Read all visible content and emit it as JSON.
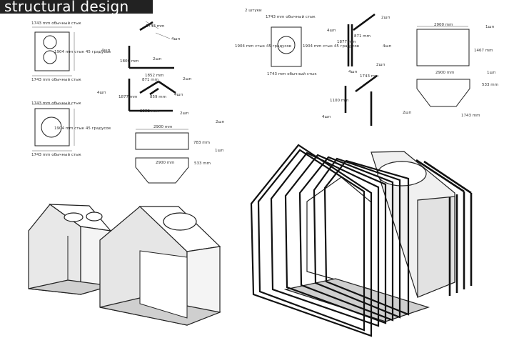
{
  "header": {
    "title": "structural design"
  },
  "drawing_a": {
    "top_dim": "1743 mm обычный стык",
    "side_dim": "1904 mm стык 45 градусов",
    "bottom_dim": "1743 mm обычный стык"
  },
  "drawing_b": {
    "top_dim": "1743 mm обычный стык",
    "side_dim": "1904 mm стык 45 градусов",
    "bottom_dim": "1743 mm обычный стык"
  },
  "section_left": {
    "d1": "1743 mm",
    "n1": "4шп",
    "n2": "4шп",
    "d2": "1800 mm",
    "d3": "1852 mm",
    "n3": "2шп",
    "d4": "871 mm",
    "n4": "2шп",
    "d5": "1877 mm",
    "n5": "4шп",
    "d6": "859 mm",
    "n6": "4шп",
    "d7": "2352 mm",
    "n7": "2шп"
  },
  "panel_left": {
    "w1": "2900 mm",
    "n1": "2шп",
    "h1": "783 mm",
    "n2": "1шп",
    "w2": "2900 mm",
    "h2": "533 mm"
  },
  "drawing_c": {
    "count": "2 штуки",
    "top_dim": "1743 mm обычный стык",
    "side_left": "1904 mm стык 45 градусов",
    "side_right": "1904 mm стык 45 градусов",
    "bottom_dim": "1743 mm обычный стык"
  },
  "section_right": {
    "n1": "2шп",
    "n2": "4шп",
    "d1": "871 mm",
    "d2": "1877 mm",
    "n3": "4шп",
    "n4": "2шп",
    "d3": "1743 mm",
    "n5": "4шп",
    "d4": "1100 mm",
    "n6": "4шп",
    "n7": "2шп"
  },
  "panel_right": {
    "w1": "2900 mm",
    "n1": "1шп",
    "h1": "1467 mm",
    "w2": "2900 mm",
    "n2": "1шп",
    "h2": "533 mm",
    "d1": "1743 mm"
  }
}
